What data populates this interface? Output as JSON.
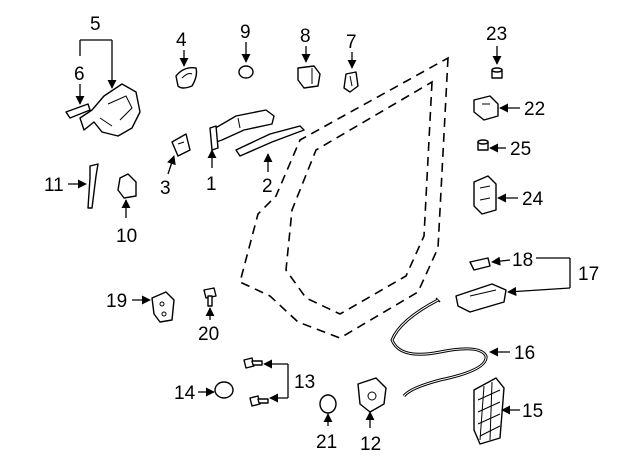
{
  "callouts": {
    "c1": "1",
    "c2": "2",
    "c3": "3",
    "c4": "4",
    "c5": "5",
    "c6": "6",
    "c7": "7",
    "c8": "8",
    "c9": "9",
    "c10": "10",
    "c11": "11",
    "c12": "12",
    "c13": "13",
    "c14": "14",
    "c15": "15",
    "c16": "16",
    "c17": "17",
    "c18": "18",
    "c19": "19",
    "c20": "20",
    "c21": "21",
    "c22": "22",
    "c23": "23",
    "c24": "24",
    "c25": "25"
  },
  "colors": {
    "line": "#000000",
    "background": "#ffffff",
    "shade": "#d0d0d0"
  }
}
